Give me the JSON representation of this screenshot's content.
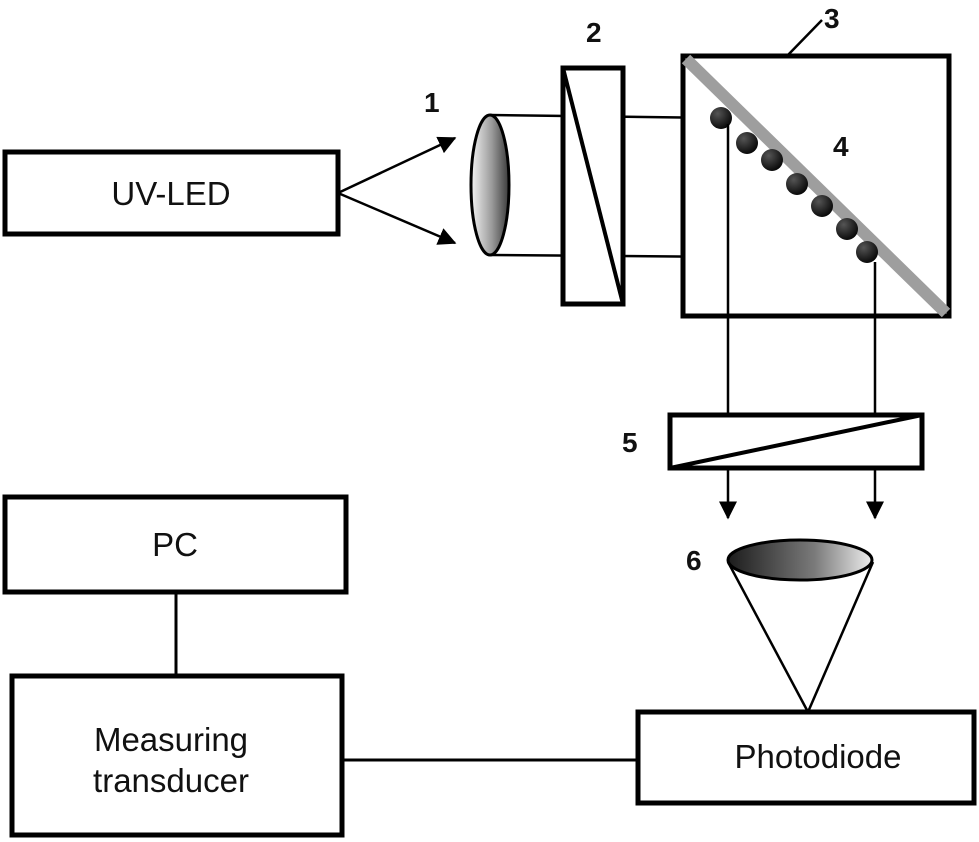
{
  "blocks": {
    "uv_led": "UV-LED",
    "pc": "PC",
    "transducer_line1": "Measuring",
    "transducer_line2": "transducer",
    "photodiode": "Photodiode"
  },
  "labels": {
    "lens1": "1",
    "prism2": "2",
    "cube3": "3",
    "sample4": "4",
    "prism5": "5",
    "lens6": "6"
  },
  "colors": {
    "stroke": "#000000",
    "mirror": "#9e9e9e",
    "background": "#ffffff"
  }
}
